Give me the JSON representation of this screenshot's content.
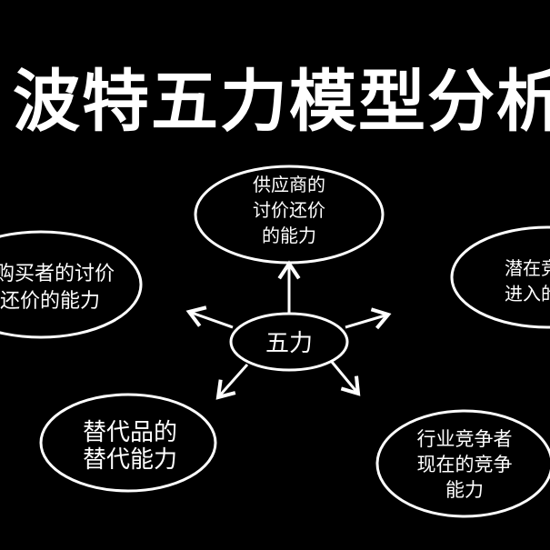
{
  "title": "波特五力模型分析",
  "colors": {
    "background": "#000000",
    "foreground": "#ffffff"
  },
  "center": {
    "label": "五力"
  },
  "forces": {
    "supplier": [
      "供应商的",
      "讨价还价",
      "的能力"
    ],
    "buyer": [
      "购买者的讨价",
      "还价的能力"
    ],
    "entrant": [
      "潜在竞争者",
      "进入的能力"
    ],
    "substitute": [
      "替代品的",
      "替代能力"
    ],
    "rivalry": [
      "行业竞争者",
      "现在的竞争",
      "能力"
    ]
  }
}
